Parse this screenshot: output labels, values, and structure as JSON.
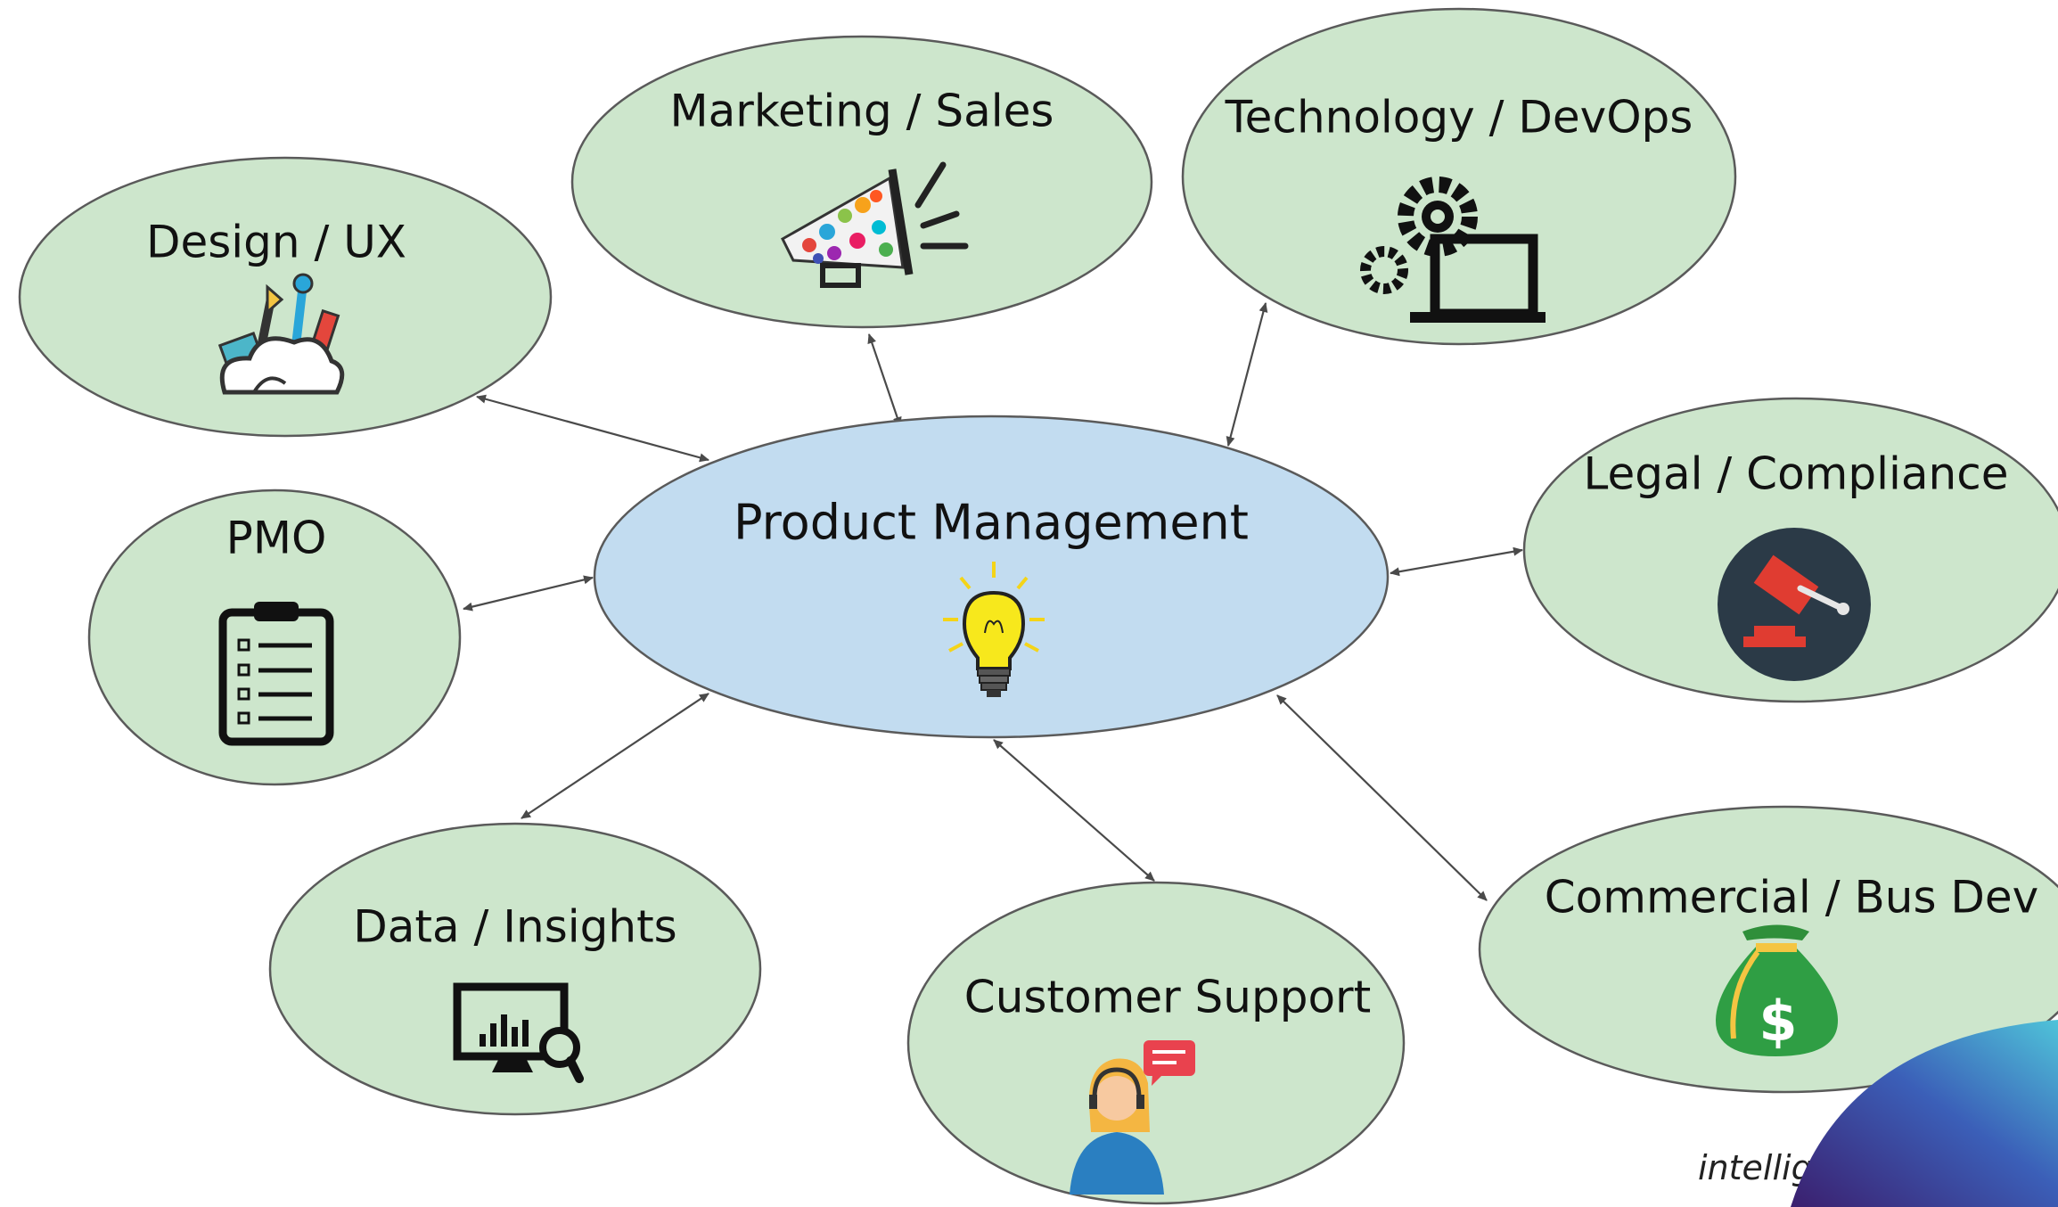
{
  "colors": {
    "center_fill": "#c2dcf0",
    "node_fill": "#cde6cc",
    "outline": "#5a5a5a",
    "arrow": "#4a4a4a"
  },
  "center": {
    "label": "Product Management",
    "icon": "lightbulb-icon"
  },
  "nodes": [
    {
      "id": "marketing",
      "label": "Marketing / Sales",
      "icon": "megaphone-icon"
    },
    {
      "id": "technology",
      "label": "Technology / DevOps",
      "icon": "gears-laptop-icon"
    },
    {
      "id": "design",
      "label": "Design / UX",
      "icon": "design-tools-icon"
    },
    {
      "id": "legal",
      "label": "Legal / Compliance",
      "icon": "gavel-icon"
    },
    {
      "id": "pmo",
      "label": "PMO",
      "icon": "clipboard-icon"
    },
    {
      "id": "data",
      "label": "Data / Insights",
      "icon": "analytics-monitor-icon"
    },
    {
      "id": "support",
      "label": "Customer Support",
      "icon": "support-agent-icon"
    },
    {
      "id": "commercial",
      "label": "Commercial / Bus Dev",
      "icon": "money-bag-icon"
    }
  ],
  "watermark": "intellige"
}
